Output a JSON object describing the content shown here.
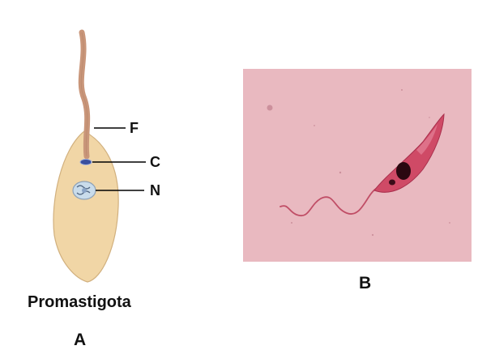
{
  "panel_a": {
    "labels": {
      "flagellum": "F",
      "kinetoplast": "C",
      "nucleus": "N"
    },
    "caption": "Promastigota",
    "letter": "A"
  },
  "panel_b": {
    "letter": "B"
  },
  "colors": {
    "cell_body": "#f1d6a6",
    "cell_outline": "#d1b07e",
    "flagellum": "#c9967a",
    "micrograph_background": "#e9b9c0",
    "parasite_stain": "#cf4a66",
    "nucleus_stain": "#2a0810"
  }
}
